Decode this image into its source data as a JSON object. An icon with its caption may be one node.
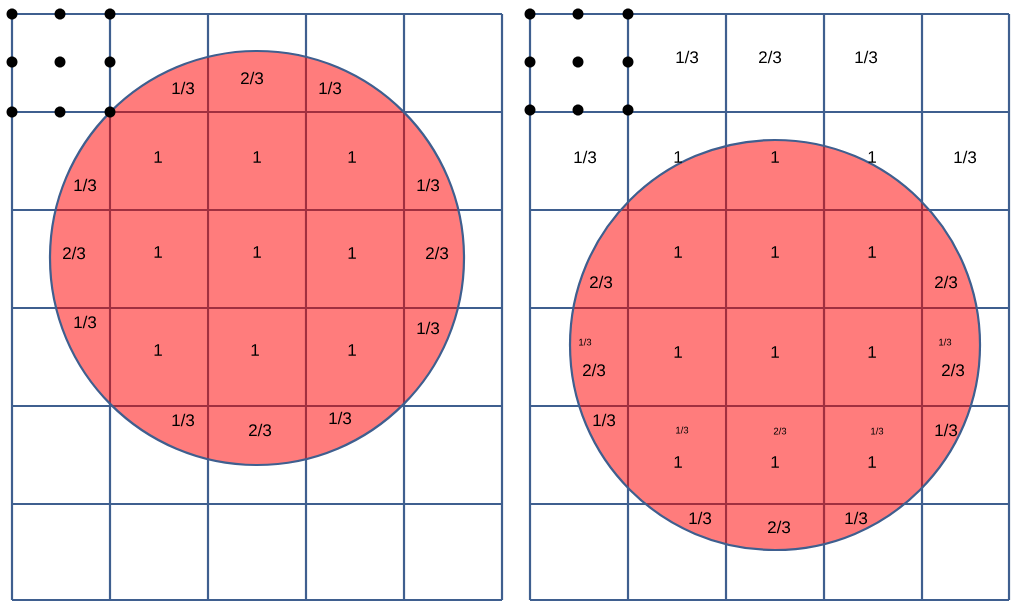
{
  "diagram": {
    "labels": [
      "1/3",
      "2/3",
      "1/3",
      "1",
      "1",
      "1",
      "1/3",
      "1/3",
      "2/3",
      "1",
      "1",
      "1",
      "2/3",
      "1/3",
      "1/3",
      "1",
      "1",
      "1",
      "1/3",
      "2/3",
      "1/3",
      "1/3",
      "2/3",
      "1/3",
      "1/3",
      "1",
      "1",
      "1",
      "1/3",
      "1",
      "1",
      "1",
      "2/3",
      "2/3",
      "1/3",
      "1/3",
      "1",
      "1",
      "1",
      "2/3",
      "2/3",
      "1/3",
      "1/3",
      "2/3",
      "1/3",
      "1/3",
      "1",
      "1",
      "1",
      "1/3",
      "2/3",
      "1/3"
    ]
  }
}
